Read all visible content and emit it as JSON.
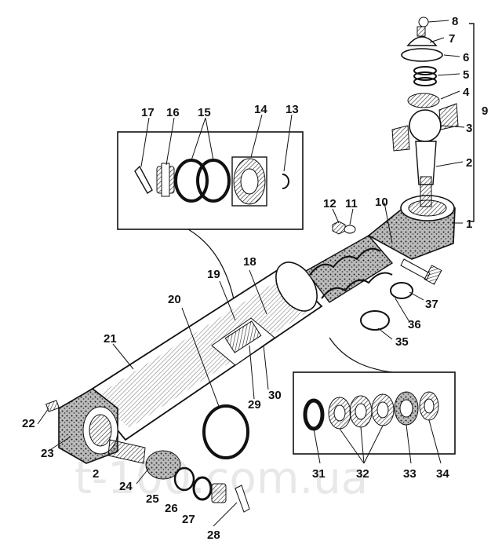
{
  "watermark": "t-100.com.ua",
  "callouts": {
    "c1": "1",
    "c2": "2",
    "c2b": "2",
    "c3": "3",
    "c4": "4",
    "c5": "5",
    "c6": "6",
    "c7": "7",
    "c8": "8",
    "c9": "9",
    "c10": "10",
    "c11": "11",
    "c12": "12",
    "c13": "13",
    "c14": "14",
    "c15": "15",
    "c16": "16",
    "c17": "17",
    "c18": "18",
    "c19": "19",
    "c20": "20",
    "c21": "21",
    "c22": "22",
    "c23": "23",
    "c24": "24",
    "c25": "25",
    "c26": "26",
    "c27": "27",
    "c28": "28",
    "c29": "29",
    "c30": "30",
    "c31": "31",
    "c32": "32",
    "c33": "33",
    "c34": "34",
    "c35": "35",
    "c36": "36",
    "c37": "37"
  }
}
